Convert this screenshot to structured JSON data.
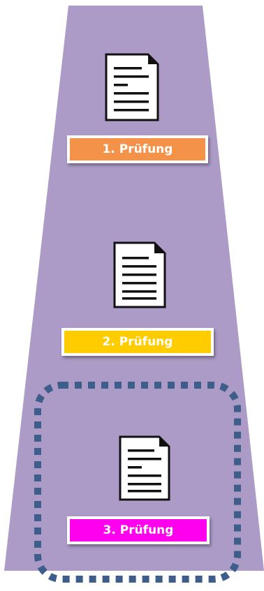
{
  "stages": [
    {
      "label": "1. Prüfung",
      "color": "#f4924a"
    },
    {
      "label": "2. Prüfung",
      "color": "#ffcc00"
    },
    {
      "label": "3. Prüfung",
      "color": "#ff00ee"
    }
  ],
  "colors": {
    "funnel": "#ab9bc6",
    "highlight_border": "#3d5d8a",
    "document_fill": "#ffffff",
    "document_stroke": "#111111"
  },
  "icons": {
    "document": "document-icon"
  }
}
